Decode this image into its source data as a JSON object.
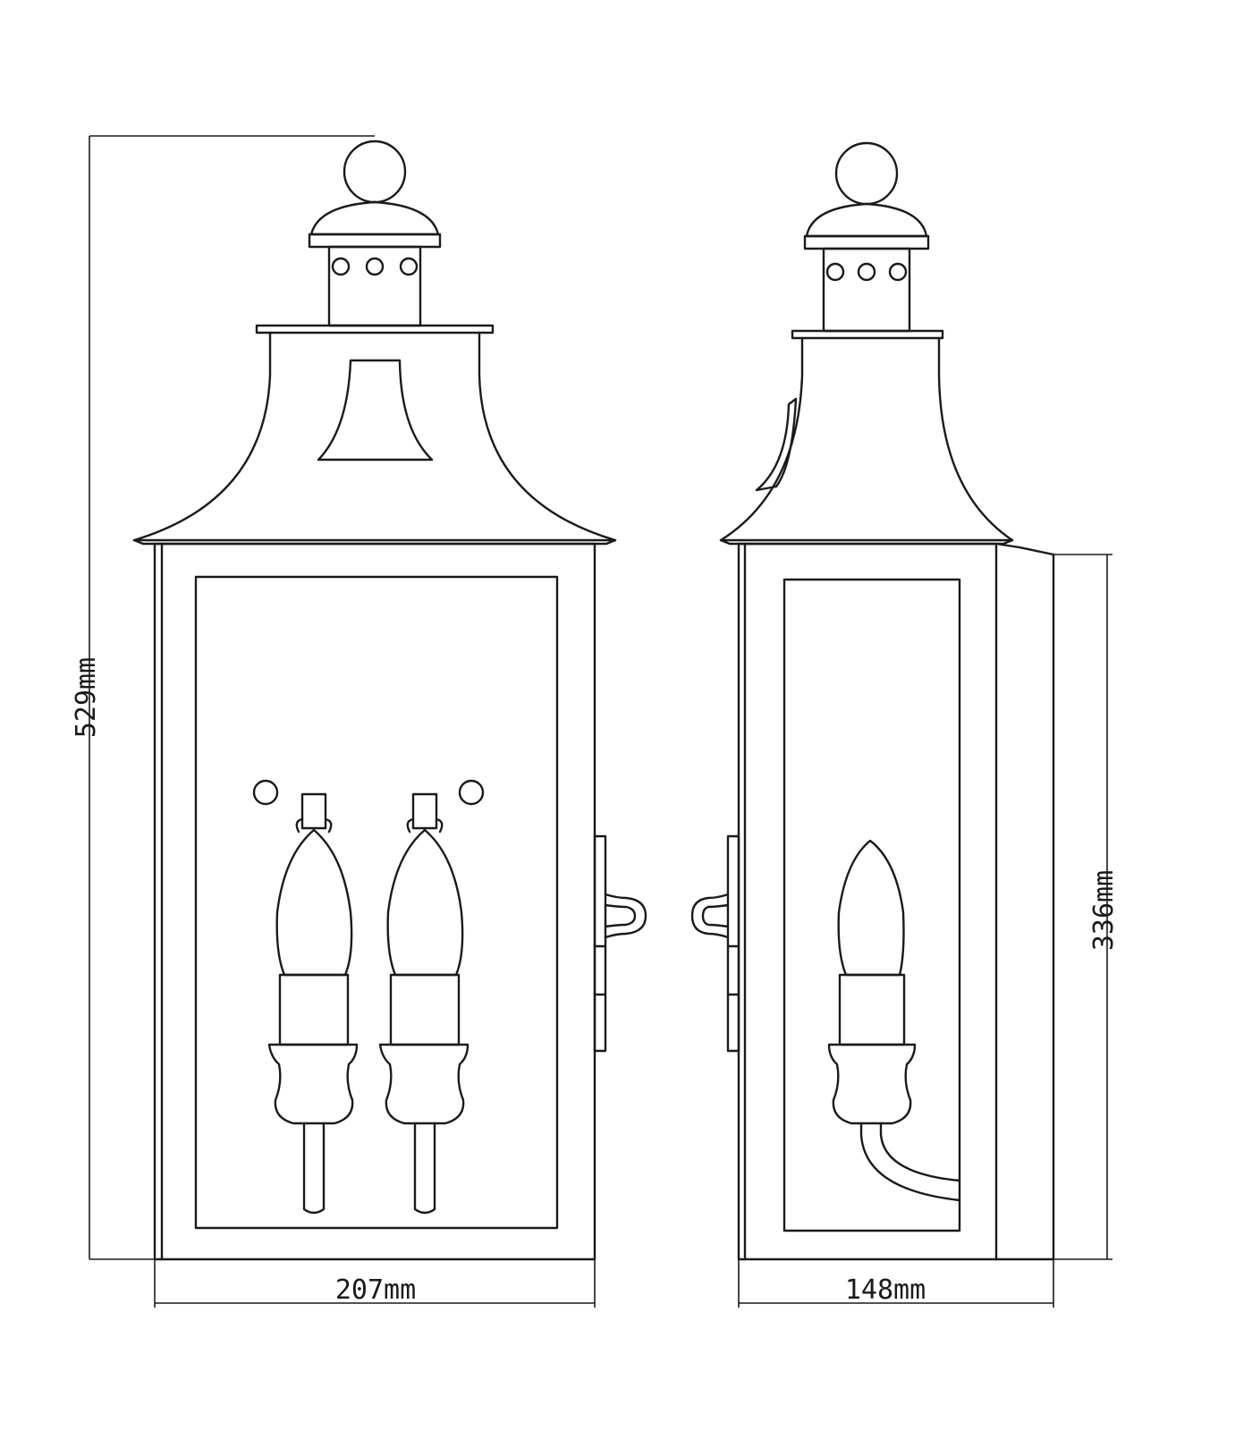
{
  "dimensions": {
    "overall_height": "529mm",
    "body_height": "336mm",
    "front_width": "207mm",
    "side_depth": "148mm"
  },
  "views": {
    "front": {
      "candles": 2
    },
    "side": {
      "candles": 1
    }
  }
}
